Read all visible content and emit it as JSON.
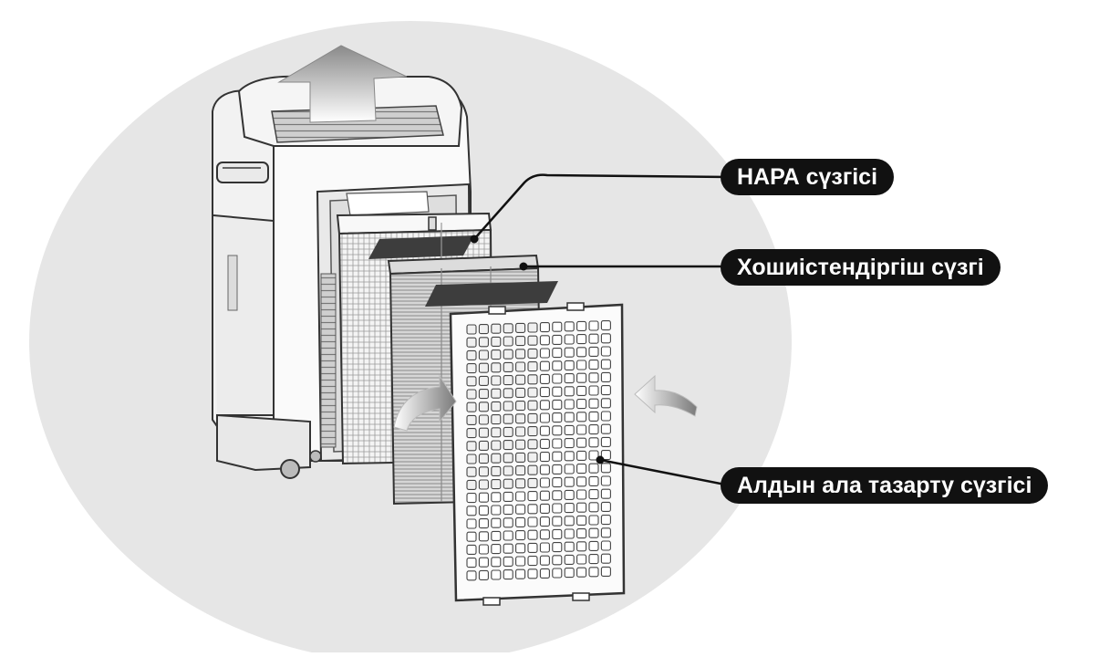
{
  "labels": {
    "hepa_filter": "НАРА сүзгісі",
    "deodorizing_filter": "Хошиістендіргіш сүзгі",
    "pre_filter": "Алдын ала тазарту сүзгісі"
  },
  "colors": {
    "background_ellipse": "#e6e6e6",
    "label_fill": "#111111",
    "label_text": "#ffffff",
    "arrow_fill": "#9a9a9a",
    "unit_fill": "#f7f7f7",
    "outline": "#333333"
  }
}
